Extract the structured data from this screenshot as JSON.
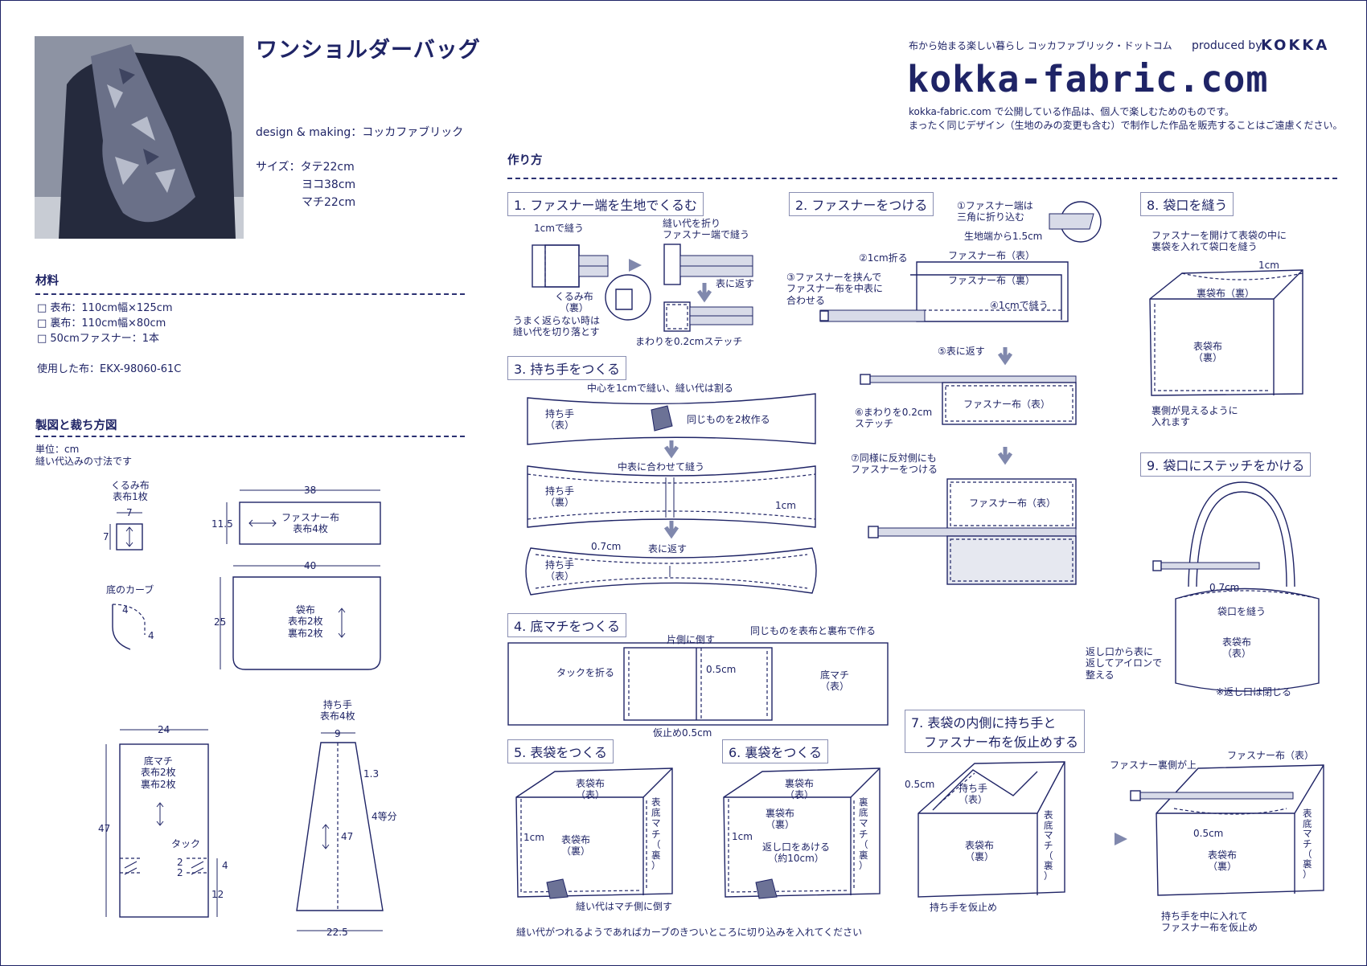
{
  "header": {
    "title": "ワンショルダーバッグ",
    "design": "design & making：コッカファブリック",
    "size_label": "サイズ：タテ22cm",
    "size_w": "ヨコ38cm",
    "size_m": "マチ22cm",
    "tagline": "布から始まる楽しい暮らし コッカファブリック・ドットコム",
    "produced": "produced by",
    "brand": "KOKKA",
    "logo": "kokka-fabric.com",
    "notice1": "kokka-fabric.com で公開している作品は、個人で楽しむためのものです。",
    "notice2": "まったく同じデザイン（生地のみの変更も含む）で制作した作品を販売することはご遠慮ください。"
  },
  "materials": {
    "heading": "材料",
    "items": [
      "□ 表布：110cm幅×125cm",
      "□ 裏布：110cm幅×80cm",
      "□ 50cmファスナー：1本"
    ],
    "fabric": "使用した布：EKX-98060-61C"
  },
  "pattern": {
    "heading": "製図と裁ち方図",
    "unit": "単位：cm",
    "note": "縫い代込みの寸法です",
    "kurumi": "くるみ布\n表布1枚",
    "kurumi_w": "7",
    "kurumi_h": "7",
    "fastener_piece": "ファスナー布\n表布4枚",
    "fastener_w": "38",
    "fastener_h": "11.5",
    "curve_label": "底のカーブ",
    "curve_a": "4",
    "curve_b": "4",
    "bag_piece": "袋布\n表布2枚\n裏布2枚",
    "bag_w": "40",
    "bag_h": "25",
    "gusset_piece": "底マチ\n表布2枚\n裏布2枚",
    "gusset_w": "24",
    "gusset_h": "47",
    "tuck": "タック",
    "tuck_a": "2",
    "tuck_b": "2",
    "tuck_c": "4",
    "tuck_d": "12",
    "handle_piece": "持ち手\n表布4枚",
    "handle_top": "9",
    "handle_len": "47",
    "handle_side": "1.3",
    "handle_div": "4等分",
    "handle_bottom": "22.5"
  },
  "howto": {
    "heading": "作り方",
    "step1": {
      "title": "1. ファスナー端を生地でくるむ",
      "a": "1cmで縫う",
      "b": "縫い代を折り\nファスナー端で縫う",
      "c": "表に返す",
      "d": "くるみ布\n（裏）",
      "e": "うまく返らない時は\n縫い代を切り落とす",
      "f": "まわりを0.2cmステッチ"
    },
    "step2": {
      "title": "2. ファスナーをつける",
      "a": "①ファスナー端は\n三角に折り込む",
      "b": "生地端から1.5cm",
      "c": "②1cm折る",
      "d": "ファスナー布（表）",
      "e": "ファスナー布（裏）",
      "f": "③ファスナーを挟んで\nファスナー布を中表に\n合わせる",
      "g": "④1cmで縫う",
      "h": "⑤表に返す",
      "i": "⑥まわりを0.2cm\nステッチ",
      "j": "ファスナー布（表）",
      "k": "⑦同様に反対側にも\nファスナーをつける",
      "l": "ファスナー布（表）"
    },
    "step3": {
      "title": "3. 持ち手をつくる",
      "a": "中心を1cmで縫い、縫い代は割る",
      "b": "持ち手\n（表）",
      "c": "同じものを2枚作る",
      "d": "中表に合わせて縫う",
      "e": "持ち手\n（裏）",
      "f": "1cm",
      "g": "0.7cm",
      "h": "表に返す",
      "i": "持ち手\n（表）"
    },
    "step4": {
      "title": "4. 底マチをつくる",
      "a": "片側に倒す",
      "b": "同じものを表布と裏布で作る",
      "c": "タックを折る",
      "d": "0.5cm",
      "e": "底マチ\n（表）",
      "f": "仮止め0.5cm"
    },
    "step5": {
      "title": "5. 表袋をつくる",
      "a": "表袋布\n（表）",
      "b": "1cm",
      "c": "表袋布\n（裏）",
      "d": "表\n底\nマ\nチ\n（\n裏\n）",
      "e": "縫い代はマチ側に倒す"
    },
    "step6": {
      "title": "6. 裏袋をつくる",
      "a": "裏袋布\n（表）",
      "b": "裏袋布\n（裏）",
      "c": "1cm",
      "d": "返し口をあける\n（約10cm）",
      "e": "裏\n底\nマ\nチ\n（\n裏\n）"
    },
    "step7": {
      "title": "7. 表袋の内側に持ち手と\n　ファスナー布を仮止めする",
      "a": "0.5cm",
      "b": "持ち手\n（表）",
      "c": "表袋布\n（裏）",
      "d": "表\n底\nマ\nチ\n（\n裏\n）",
      "e": "持ち手を仮止め",
      "f": "ファスナー裏側が上",
      "g": "ファスナー布（表）",
      "h": "0.5cm",
      "i": "表袋布\n（裏）",
      "j": "表\n底\nマ\nチ\n（\n裏\n）",
      "k": "持ち手を中に入れて\nファスナー布を仮止め"
    },
    "step8": {
      "title": "8. 袋口を縫う",
      "a": "ファスナーを開けて表袋の中に\n裏袋を入れて袋口を縫う",
      "b": "1cm",
      "c": "裏袋布（裏）",
      "d": "表袋布\n（裏）",
      "e": "裏側が見えるように\n入れます"
    },
    "step9": {
      "title": "9. 袋口にステッチをかける",
      "a": "0.7cm",
      "b": "袋口を縫う",
      "c": "表袋布\n（表）",
      "d": "返し口から表に\n返してアイロンで\n整える",
      "e": "※返し口は閉じる"
    },
    "footnote": "縫い代がつれるようであればカーブのきついところに切り込みを入れてください"
  }
}
